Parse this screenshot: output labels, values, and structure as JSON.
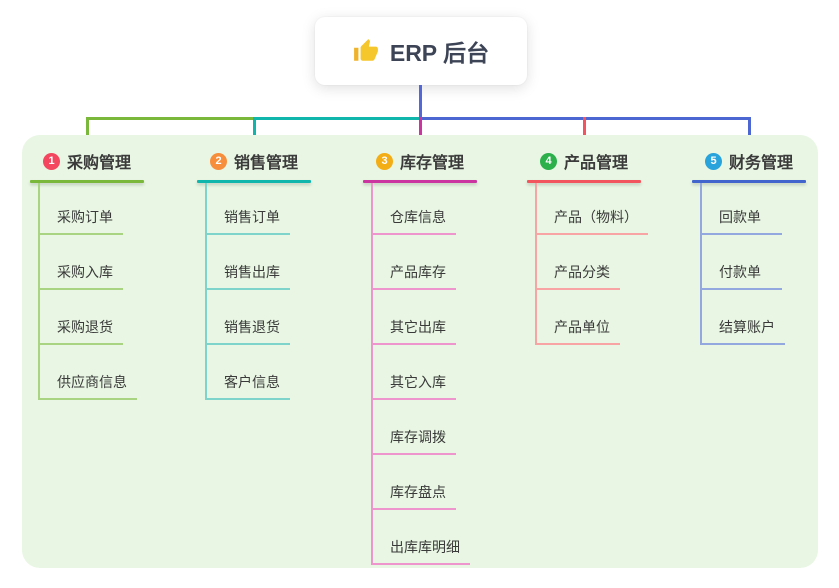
{
  "root": {
    "title": "ERP 后台",
    "icon": "thumbs-up"
  },
  "branches": [
    {
      "number": "1",
      "label": "采购管理",
      "badge_color": "#f4465f",
      "line_color": "#7ab83c",
      "child_line_color": "#a9d481",
      "items": [
        "采购订单",
        "采购入库",
        "采购退货",
        "供应商信息"
      ]
    },
    {
      "number": "2",
      "label": "销售管理",
      "badge_color": "#f78e3c",
      "line_color": "#10b6ac",
      "child_line_color": "#7ed3ca",
      "items": [
        "销售订单",
        "销售出库",
        "销售退货",
        "客户信息"
      ]
    },
    {
      "number": "3",
      "label": "库存管理",
      "badge_color": "#f3ad15",
      "line_color": "#ca35a0",
      "child_line_color": "#ef95cd",
      "items": [
        "仓库信息",
        "产品库存",
        "其它出库",
        "其它入库",
        "库存调拨",
        "库存盘点",
        "出库库明细"
      ]
    },
    {
      "number": "4",
      "label": "产品管理",
      "badge_color": "#2bb04b",
      "line_color": "#f2555e",
      "child_line_color": "#f8a3a4",
      "items": [
        "产品（物料）",
        "产品分类",
        "产品单位"
      ]
    },
    {
      "number": "5",
      "label": "财务管理",
      "badge_color": "#29a3db",
      "line_color": "#4164cd",
      "child_line_color": "#93a8de",
      "items": [
        "回款单",
        "付款单",
        "结算账户"
      ]
    }
  ],
  "connector": {
    "root_color": "#5367d6",
    "left_color": "#7ab83c",
    "mid_color": "#10b6ac",
    "right_color": "#4c67d2"
  },
  "colors": {
    "panel_background": "#e8f6e3",
    "title_text": "#3b3b3b",
    "item_text": "#3a3a3a",
    "root_text": "#3d4456",
    "thumb_icon": "#f6c62d"
  }
}
